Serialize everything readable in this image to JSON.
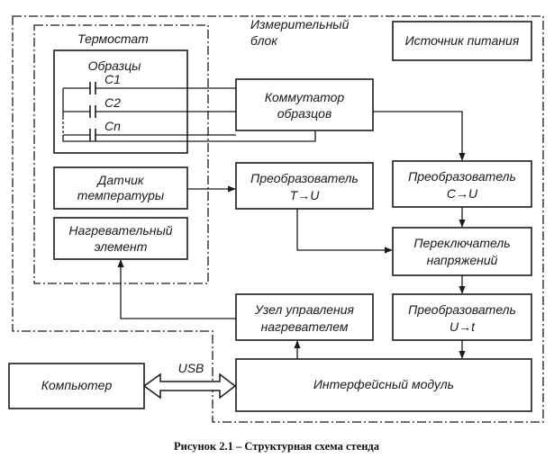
{
  "regions": {
    "thermostat": "Термостат",
    "measuring_block_line1": "Измерительный",
    "measuring_block_line2": "блок"
  },
  "blocks": {
    "power_supply": "Источник питания",
    "samples": "Образцы",
    "sample_c1": "C1",
    "sample_c2": "C2",
    "sample_cn": "Cn",
    "sample_switch_line1": "Коммутатор",
    "sample_switch_line2": "образцов",
    "temp_sensor_line1": "Датчик",
    "temp_sensor_line2": "температуры",
    "converter_tu_line1": "Преобразователь",
    "converter_tu_line2": "T→U",
    "converter_cu_line1": "Преобразователь",
    "converter_cu_line2": "C→U",
    "heater_line1": "Нагревательный",
    "heater_line2": "элемент",
    "voltage_switch_line1": "Переключатель",
    "voltage_switch_line2": "напряжений",
    "heater_control_line1": "Узел управления",
    "heater_control_line2": "нагревателем",
    "converter_ut_line1": "Преобразователь",
    "converter_ut_line2": "U→t",
    "computer": "Компьютер",
    "usb": "USB",
    "interface_module": "Интерфейсный модуль"
  },
  "caption": "Рисунок 2.1 – Структурная схема стенда"
}
